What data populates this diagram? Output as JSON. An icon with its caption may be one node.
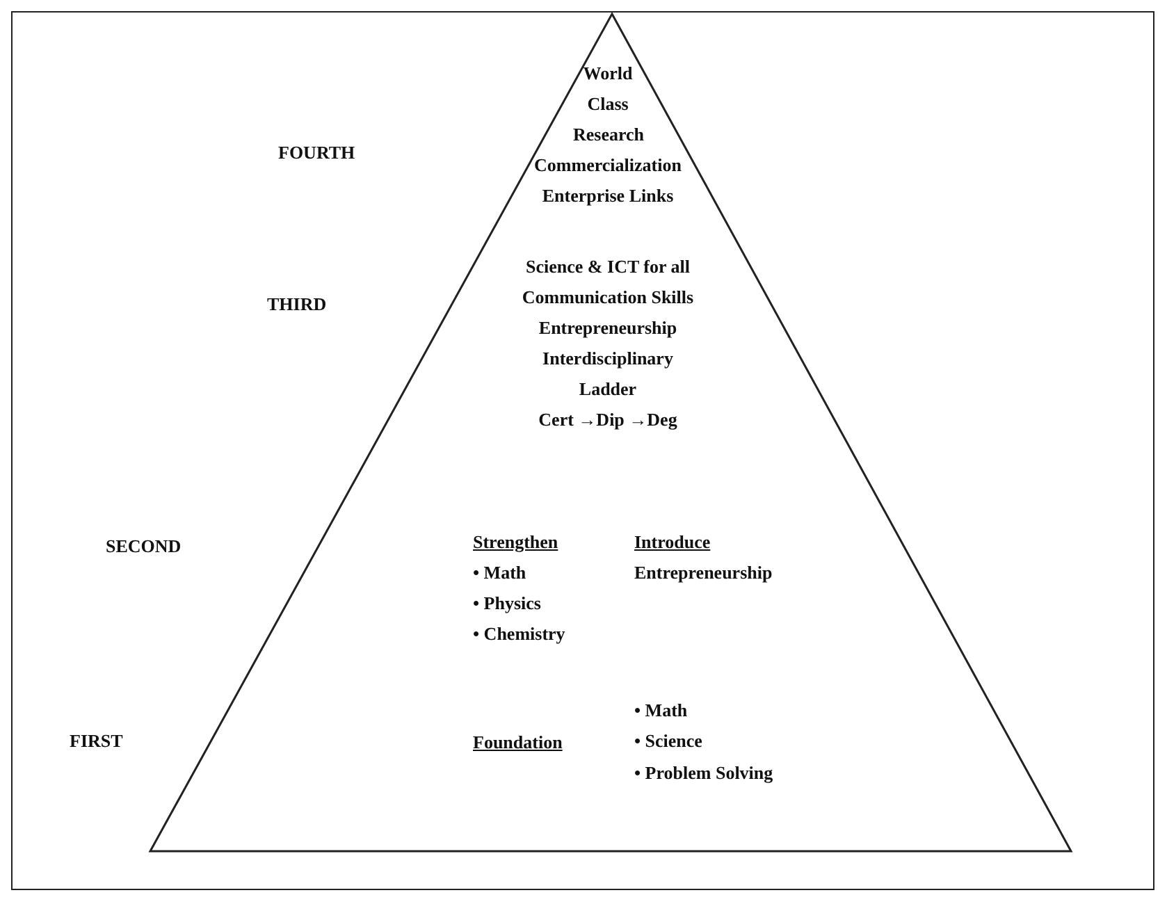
{
  "diagram": {
    "nodes": [
      {
        "text": [
          "World Class Research",
          "Commercialization",
          "Enterprise Links",
          "Science & ICT for all",
          "Communication Skills",
          "Entrepreneurship",
          "Interdisciplinary Ladder",
          "Cert →Dip →Deg",
          "Strengthen",
          "• Math",
          "• Physics",
          "• Chemistry",
          "Introduce",
          "Entrepreneurship",
          "Foundation",
          "• Math",
          "• Science",
          "• Problem Solving"
        ]
      }
    ],
    "edges": [],
    "labels": [
      "FOURTH",
      "THIRD",
      "SECOND",
      "FIRST"
    ]
  }
}
